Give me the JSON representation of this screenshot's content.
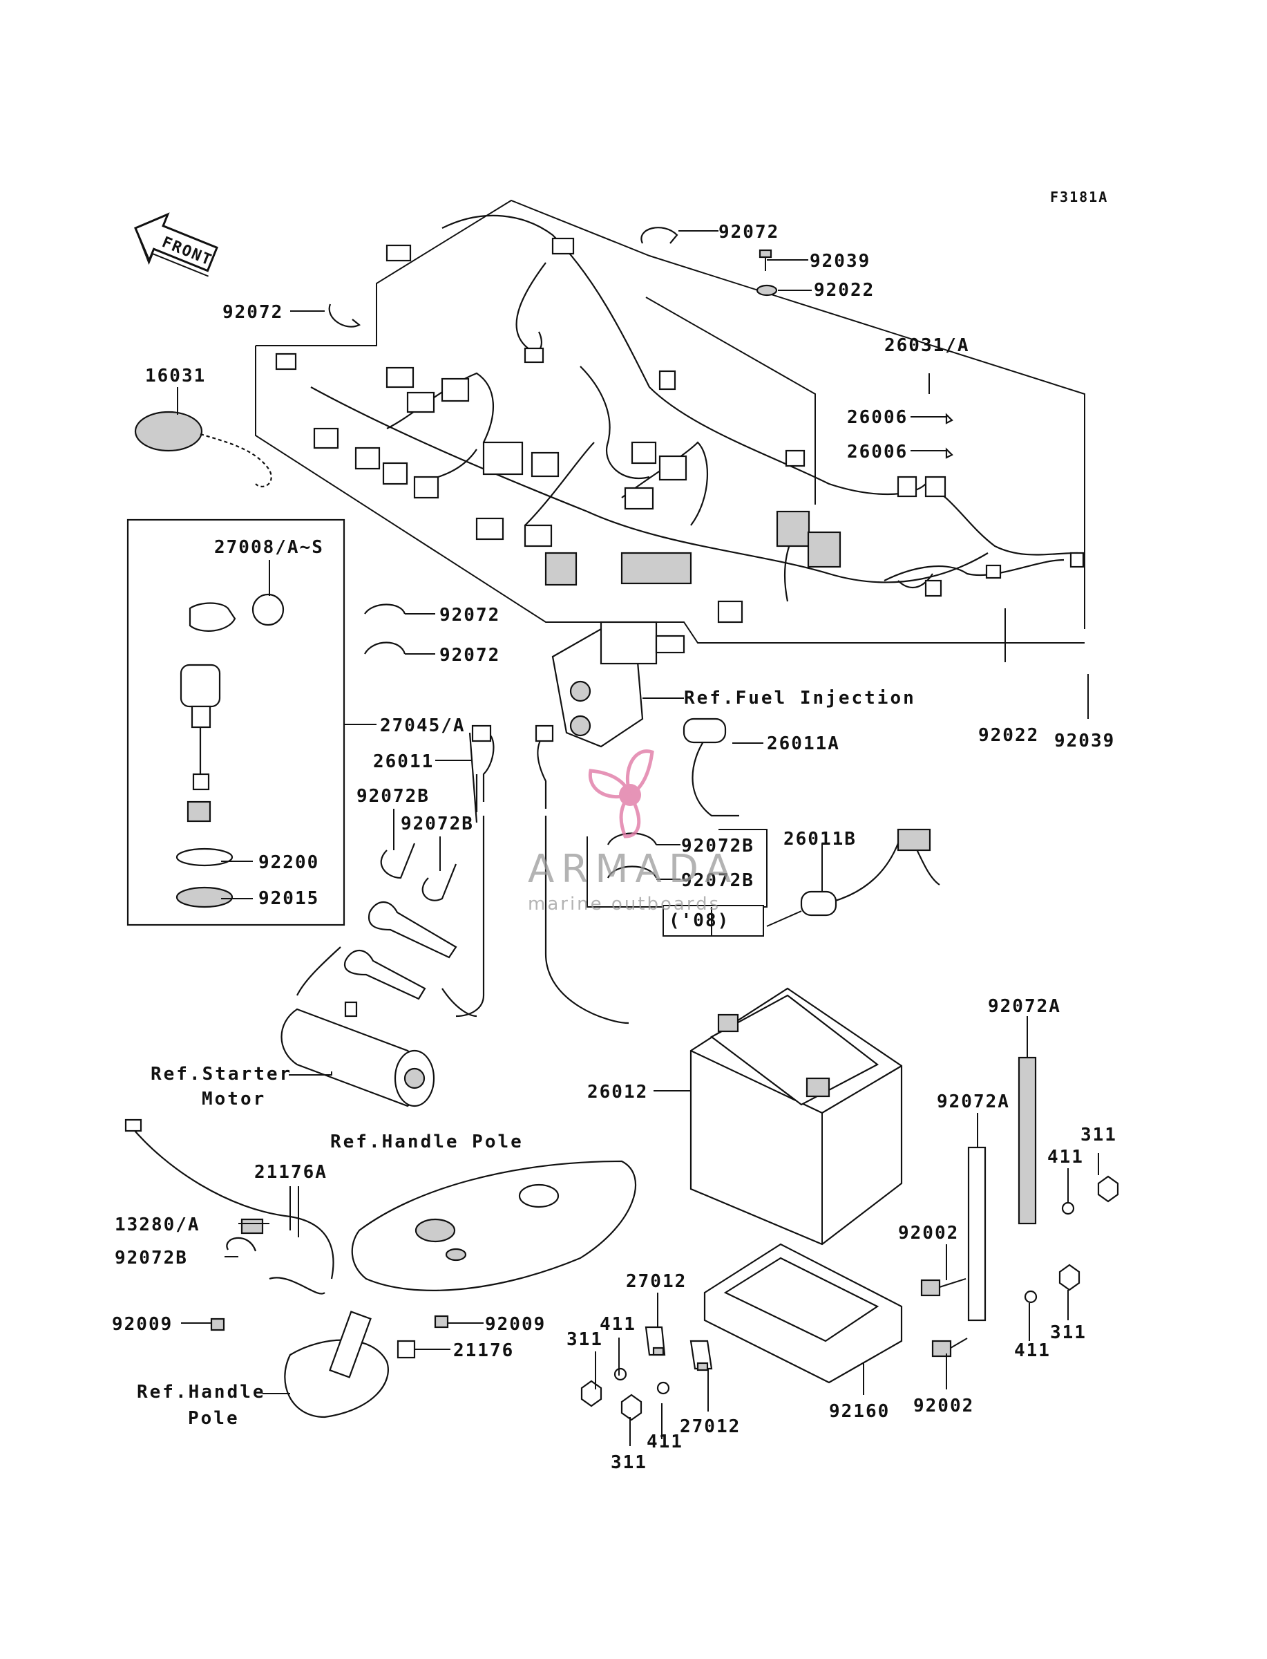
{
  "figure_code": "F3181A",
  "front_marker": "FRONT",
  "labels": {
    "l92072_top": "92072",
    "l92039_top": "92039",
    "l92022_top": "92022",
    "l92072_left": "92072",
    "l26031": "26031/A",
    "l16031": "16031",
    "l26006_a": "26006",
    "l26006_b": "26006",
    "l27008": "27008/A~S",
    "l92072_mid1": "92072",
    "l92072_mid2": "92072",
    "l27045": "27045/A",
    "l26011": "26011",
    "l26011A": "26011A",
    "l92022_right": "92022",
    "l92039_right": "92039",
    "l92072B_1": "92072B",
    "l92072B_2": "92072B",
    "l92072B_3": "92072B",
    "l92072B_4": "92072B",
    "l26011B": "26011B",
    "l08": "('08)",
    "l92200": "92200",
    "l92015": "92015",
    "l92072A_1": "92072A",
    "l92072A_2": "92072A",
    "l26012": "26012",
    "l311_r1": "311",
    "l411_r1": "411",
    "l21176A": "21176A",
    "l13280": "13280/A",
    "l92072B_5": "92072B",
    "l92002_1": "92002",
    "l27012_1": "27012",
    "l411_a": "411",
    "l311_a": "311",
    "l92009_1": "92009",
    "l92009_2": "92009",
    "l21176": "21176",
    "l411_r2": "411",
    "l311_r2": "311",
    "l27012_2": "27012",
    "l411_b": "411",
    "l311_b": "311",
    "l92160": "92160",
    "l92002_2": "92002"
  },
  "refs": {
    "fuel_injection": "Ref.Fuel Injection",
    "starter_1": "Ref.Starter",
    "starter_2": "Motor",
    "handle_pole_top": "Ref.Handle Pole",
    "handle_pole_bottom_1": "Ref.Handle",
    "handle_pole_bottom_2": "Pole"
  },
  "watermark": {
    "brand": "ARMADA",
    "tagline": "marine outboards",
    "color": "#e07aa6"
  }
}
